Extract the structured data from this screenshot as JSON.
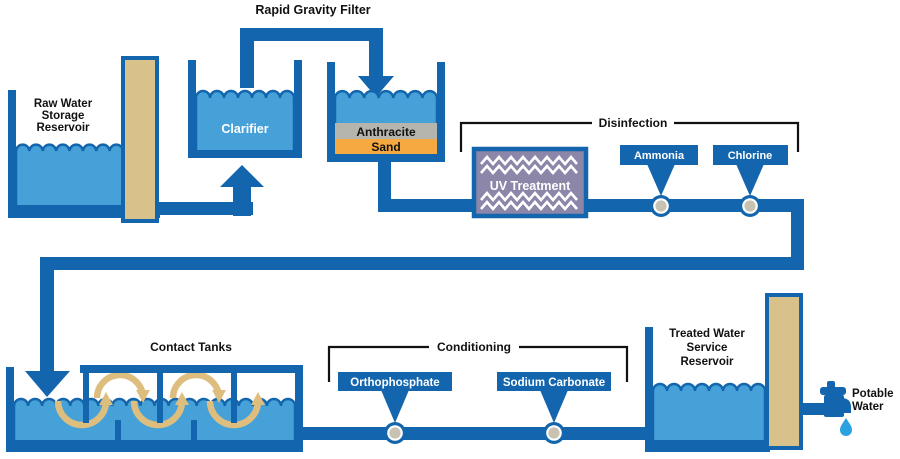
{
  "stages": {
    "rapid_gravity_filter": {
      "label": "Rapid Gravity Filter"
    },
    "raw_reservoir": {
      "label_lines": [
        "Raw Water",
        "Storage",
        "Reservoir"
      ]
    },
    "clarifier": {
      "label": "Clarifier"
    },
    "filter_media": {
      "anthracite": "Anthracite",
      "sand": "Sand"
    },
    "disinfection": {
      "label": "Disinfection",
      "uv_treatment": "UV Treatment",
      "ammonia": "Ammonia",
      "chlorine": "Chlorine"
    },
    "contact_tanks": {
      "label": "Contact Tanks"
    },
    "conditioning": {
      "label": "Conditioning",
      "orthophosphate": "Orthophosphate",
      "sodium_carbonate": "Sodium Carbonate"
    },
    "treated_reservoir": {
      "label_lines": [
        "Treated Water",
        "Service",
        "Reservoir"
      ]
    },
    "potable_water": {
      "label_lines": [
        "Potable",
        "Water"
      ]
    }
  },
  "colors": {
    "pipe_blue": "#1366ae",
    "water_blue": "#46a1d8",
    "wall_tan": "#d9c18c",
    "sand_orange": "#f6a940",
    "anthracite_gray": "#b6b5ad",
    "uv_purple": "#8c86a9",
    "arrow_tan": "#ddbe7e",
    "injector_gray": "#c8c2b2",
    "drop_blue": "#2aa2e0",
    "text_black": "#111111"
  }
}
